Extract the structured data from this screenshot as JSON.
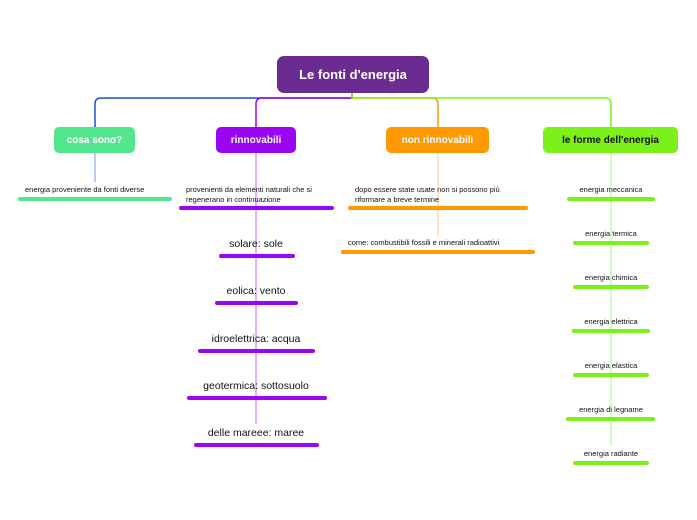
{
  "title": "Le fonti d'energia",
  "colors": {
    "root": "#6a2c91",
    "cosa_sono": "#54e68e",
    "rinnovabili": "#9a06f0",
    "non_rinnovabili": "#ff9900",
    "forme": "#7cf01a",
    "connector_blue": "#1a4fd6"
  },
  "branches": {
    "cosa_sono": {
      "label": "cosa sono?",
      "items": [
        "energia proveniente da fonti diverse"
      ]
    },
    "rinnovabili": {
      "label": "rinnovabili",
      "items": [
        "provenienti da elementi naturali che si regenerano in continuazione",
        "solare: sole",
        "eolica: vento",
        "idroelettrica: acqua",
        "geotermica: sottosuolo",
        "delle mareee: maree"
      ]
    },
    "non_rinnovabili": {
      "label": "non rinnovabili",
      "items": [
        "dopo essere state usate non si possono più riformare a breve termine",
        "come: combustibili fossili e minerali radioattivi"
      ]
    },
    "forme": {
      "label": "le forme dell'energia",
      "items": [
        "energia meccanica",
        "energia termica",
        "energia chimica",
        "energia elettrica",
        "energia elastica",
        "energia di legname",
        "energia radiante"
      ]
    }
  }
}
